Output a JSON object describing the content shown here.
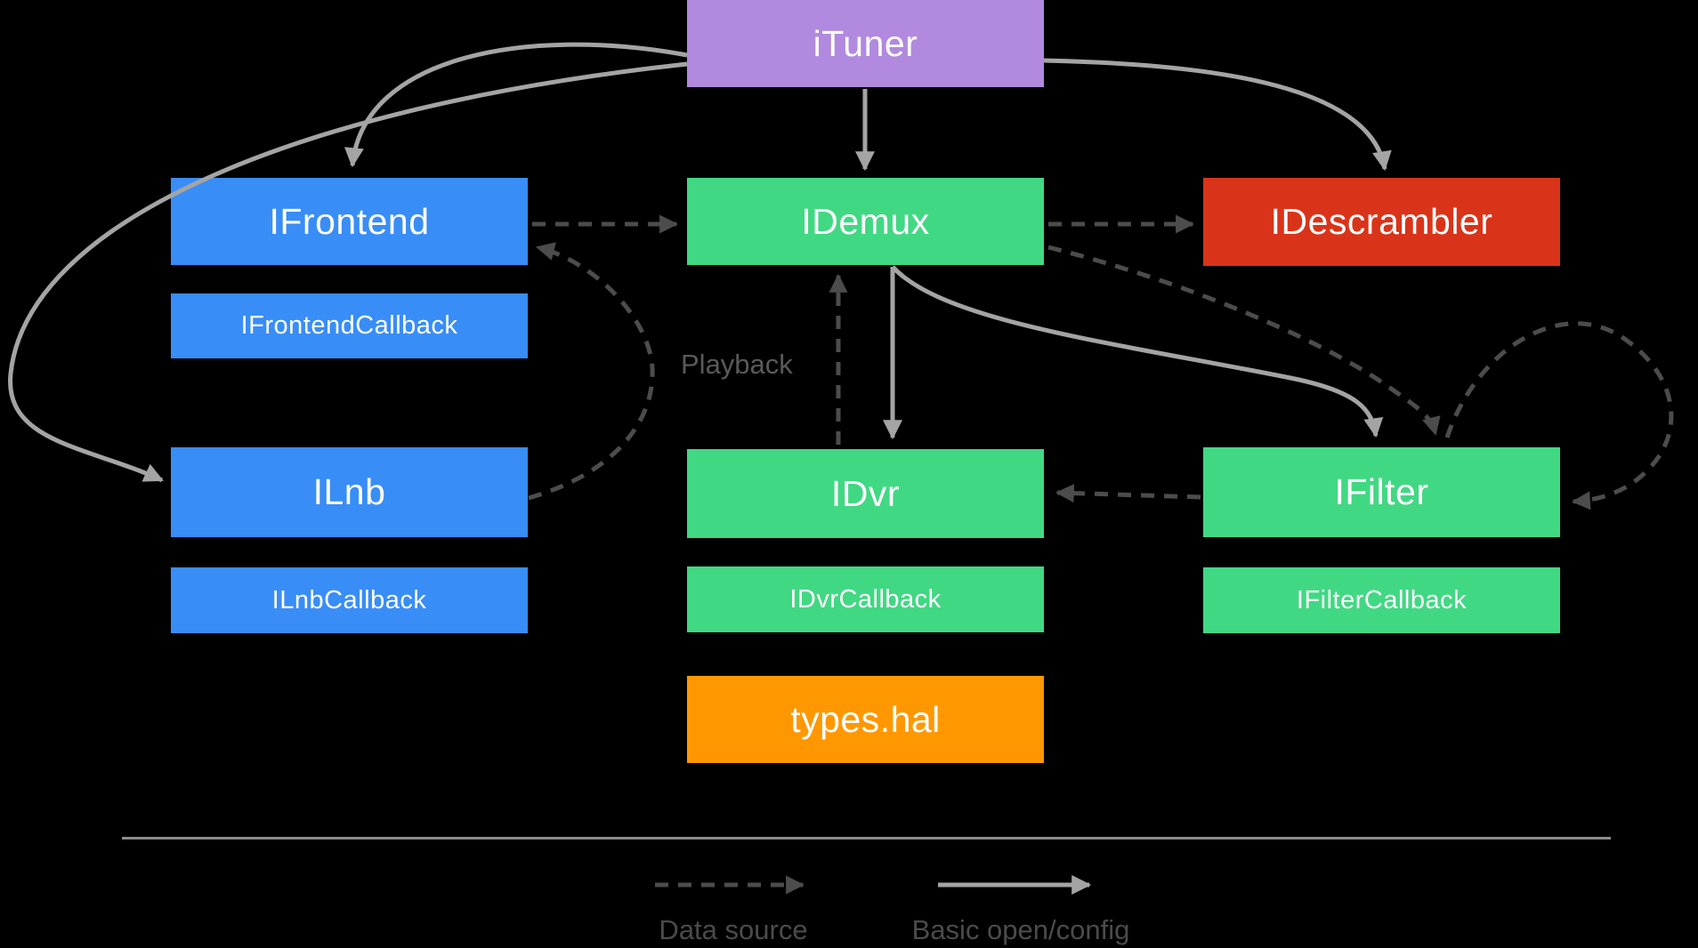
{
  "nodes": {
    "ituner": {
      "label": "iTuner",
      "color": "#b189de"
    },
    "ifrontend": {
      "label": "IFrontend",
      "color": "#398df6"
    },
    "ifrontend_callback": {
      "label": "IFrontendCallback",
      "color": "#398df6"
    },
    "ilnb": {
      "label": "ILnb",
      "color": "#398df6"
    },
    "ilnb_callback": {
      "label": "ILnbCallback",
      "color": "#398df6"
    },
    "idemux": {
      "label": "IDemux",
      "color": "#41d883"
    },
    "idvr": {
      "label": "IDvr",
      "color": "#41d883"
    },
    "idvr_callback": {
      "label": "IDvrCallback",
      "color": "#41d883"
    },
    "ifilter": {
      "label": "IFilter",
      "color": "#41d883"
    },
    "ifilter_callback": {
      "label": "IFilterCallback",
      "color": "#41d883"
    },
    "idescrambler": {
      "label": "IDescrambler",
      "color": "#d93419"
    },
    "types_hal": {
      "label": "types.hal",
      "color": "#ff9800"
    }
  },
  "annotations": {
    "playback": "Playback"
  },
  "legend": {
    "data_source_label": "Data source",
    "basic_open_config_label": "Basic open/config"
  },
  "edges": [
    {
      "from": "ituner",
      "to": "ifrontend",
      "style": "solid"
    },
    {
      "from": "ituner",
      "to": "ilnb",
      "style": "solid"
    },
    {
      "from": "ituner",
      "to": "idemux",
      "style": "solid"
    },
    {
      "from": "ituner",
      "to": "idescrambler",
      "style": "solid"
    },
    {
      "from": "idemux",
      "to": "idvr",
      "style": "solid"
    },
    {
      "from": "idemux",
      "to": "ifilter",
      "style": "solid"
    },
    {
      "from": "ifrontend",
      "to": "idemux",
      "style": "dashed"
    },
    {
      "from": "idemux",
      "to": "idescrambler",
      "style": "dashed"
    },
    {
      "from": "ilnb",
      "to": "ifrontend",
      "style": "dashed"
    },
    {
      "from": "idvr",
      "to": "idemux",
      "style": "dashed",
      "label": "Playback"
    },
    {
      "from": "idemux",
      "to": "ifilter",
      "style": "dashed"
    },
    {
      "from": "ifilter",
      "to": "idvr",
      "style": "dashed"
    },
    {
      "from": "ifilter",
      "to": "ifilter",
      "style": "dashed"
    }
  ],
  "colors": {
    "background": "#000000",
    "solid_arrow": "#a4a4a4",
    "dashed_arrow": "#4c4c4c",
    "annotation_text": "#595959",
    "legend_text": "#4b4b4b",
    "divider": "#8c8c8c",
    "box_text": "#ffffff"
  }
}
